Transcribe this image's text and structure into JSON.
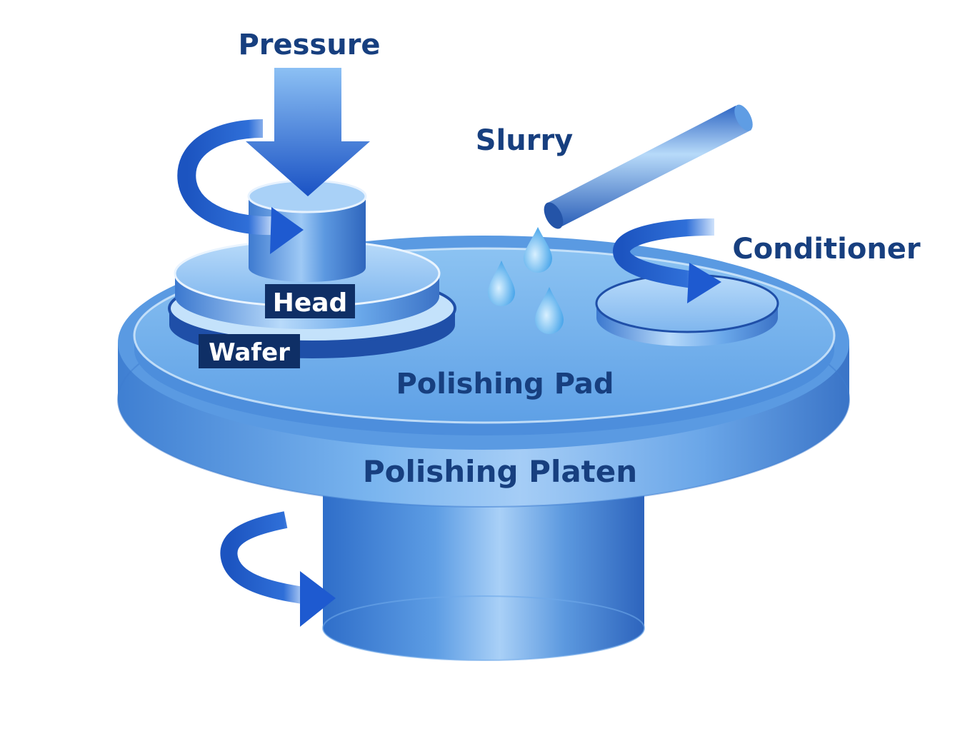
{
  "labels": {
    "pressure": "Pressure",
    "slurry": "Slurry",
    "conditioner": "Conditioner",
    "head": "Head",
    "wafer": "Wafer",
    "pad": "Polishing Pad",
    "platen": "Polishing Platen"
  },
  "colors": {
    "label_text": "#173f7f",
    "label_box": "#0f2f66",
    "label_box_text": "#ffffff",
    "arrow_blue": "#1f5fd1",
    "pad_blue": "#6fb0ea",
    "platen_blue": "#4f8fdc",
    "droplet": "#7cc4f4"
  }
}
